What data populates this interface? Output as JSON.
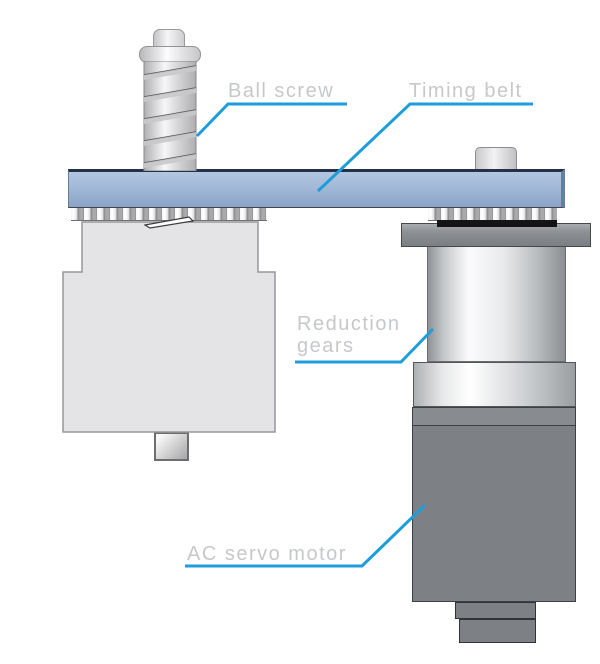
{
  "diagram": {
    "type": "mechanical-assembly-callout-diagram",
    "labels": {
      "ball_screw": "Ball screw",
      "timing_belt": "Timing belt",
      "reduction_gears": "Reduction gears",
      "ac_servo_motor": "AC servo motor"
    },
    "colors": {
      "leader_line": "#1e9ed9",
      "label_text": "#c7c8ca",
      "belt_blue": "#9db4d4",
      "belt_top_edge": "#22324a",
      "motor_gray": "#7d8084",
      "flange_gray": "#8d9195",
      "body_light_gray": "#e4e4e6",
      "background": "#ffffff"
    }
  }
}
